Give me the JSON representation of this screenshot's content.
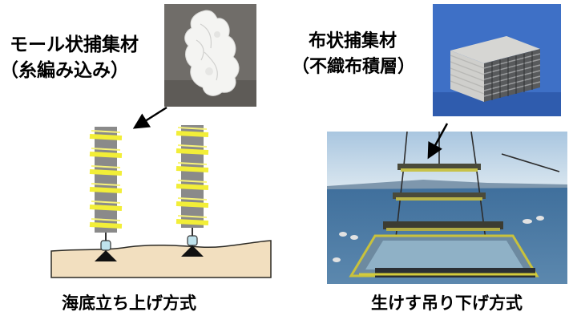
{
  "left": {
    "material_title": "モール状捕集材",
    "material_subtitle": "（糸編み込み）",
    "method_caption": "海底立ち上げ方式"
  },
  "right": {
    "material_title": "布状捕集材",
    "material_subtitle": "（不織布積層）",
    "method_caption": "生けす吊り下げ方式"
  },
  "colors": {
    "seabed": "#f2dfbf",
    "yarn": "#f2ee38",
    "core": "#8a8a8a",
    "float": "#bfe2ec",
    "sea": "#4f7fa9"
  }
}
